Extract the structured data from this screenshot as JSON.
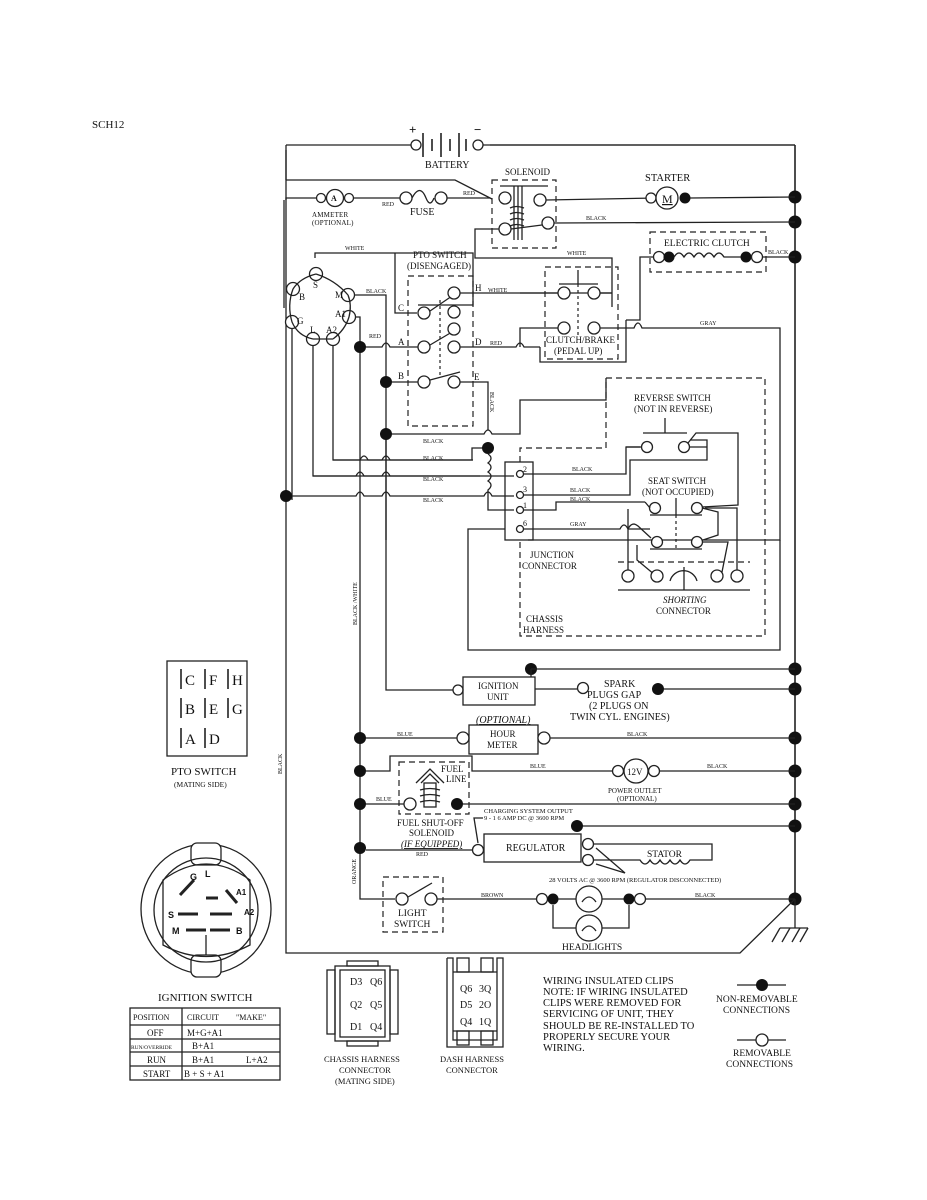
{
  "page_code": "SCH12",
  "components": {
    "battery": {
      "label": "BATTERY",
      "plus": "+",
      "minus": "−"
    },
    "solenoid": {
      "label": "SOLENOID"
    },
    "starter": {
      "label": "STARTER",
      "symbol": "M"
    },
    "ammeter": {
      "label": "AMMETER",
      "sublabel": "(OPTIONAL)",
      "symbol": "A"
    },
    "fuse": {
      "label": "FUSE"
    },
    "electric_clutch": {
      "label": "ELECTRIC CLUTCH"
    },
    "pto_switch": {
      "label": "PTO SWITCH",
      "sublabel": "(DISENGAGED)",
      "terminals": [
        "C",
        "H",
        "A",
        "D",
        "B",
        "E"
      ]
    },
    "clutch_brake": {
      "label": "CLUTCH/BRAKE",
      "sublabel": "(PEDAL UP)"
    },
    "ignition_terminals": [
      "S",
      "B",
      "M",
      "G",
      "A1",
      "L",
      "A2"
    ],
    "reverse_switch": {
      "label": "REVERSE SWITCH",
      "sublabel": "(NOT IN REVERSE)"
    },
    "seat_switch": {
      "label": "SEAT SWITCH",
      "sublabel": "(NOT OCCUPIED)"
    },
    "shorting_connector": {
      "label": "SHORTING",
      "sublabel": "CONNECTOR"
    },
    "junction_connector": {
      "label": "JUNCTION",
      "sublabel": "CONNECTOR",
      "pins": [
        "2",
        "3",
        "1",
        "6"
      ]
    },
    "chassis_harness": {
      "label": "CHASSIS",
      "sublabel": "HARNESS"
    },
    "ignition_unit": {
      "label": "IGNITION",
      "sublabel": "UNIT"
    },
    "spark_plugs": {
      "line1": "SPARK",
      "line2": "PLUGS GAP",
      "line3": "(2 PLUGS ON",
      "line4": "TWIN CYL. ENGINES)"
    },
    "hour_meter": {
      "optional": "(OPTIONAL)",
      "label": "HOUR",
      "sublabel": "METER"
    },
    "power_outlet": {
      "symbol": "12V",
      "label": "POWER OUTLET",
      "sublabel": "(OPTIONAL)"
    },
    "fuel_solenoid": {
      "fuel_line1": "FUEL",
      "fuel_line2": "LINE",
      "label": "FUEL SHUT-OFF",
      "label2": "SOLENOID",
      "label3": "(IF EQUIPPED)"
    },
    "charging": {
      "line1": "CHARGING SYSTEM OUTPUT",
      "line2": "9 - 1 6 AMP DC @ 3600 RPM"
    },
    "regulator": {
      "label": "REGULATOR"
    },
    "stator": {
      "label": "STATOR",
      "note": "28 VOLTS AC @ 3600 RPM (REGULATOR DISCONNECTED)"
    },
    "light_switch": {
      "label": "LIGHT",
      "sublabel": "SWITCH"
    },
    "headlights": {
      "label": "HEADLIGHTS"
    }
  },
  "wires": {
    "red": "RED",
    "black": "BLACK",
    "white": "WHITE",
    "gray": "GRAY",
    "blue": "BLUE",
    "orange": "ORANGE",
    "brown": "BROWN",
    "black_white": "BLACK /WHITE"
  },
  "pto_mating": {
    "rows": [
      [
        "C",
        "F",
        "H"
      ],
      [
        "B",
        "E",
        "G"
      ],
      [
        "A",
        "D"
      ]
    ],
    "label": "PTO SWITCH",
    "sublabel": "(MATING SIDE)"
  },
  "ignition_switch": {
    "terminals": [
      "G",
      "L",
      "A1",
      "S",
      "A2",
      "M",
      "B"
    ],
    "label": "IGNITION SWITCH",
    "table": {
      "headers": [
        "POSITION",
        "CIRCUIT",
        "\"MAKE\""
      ],
      "rows": [
        {
          "position": "OFF",
          "circuit": "M+G+A1",
          "extra": ""
        },
        {
          "position": "RUN/OVERRIDE",
          "circuit": "B+A1",
          "extra": ""
        },
        {
          "position": "RUN",
          "circuit": "B+A1",
          "extra": "L+A2"
        },
        {
          "position": "START",
          "circuit": "B + S + A1",
          "extra": ""
        }
      ]
    }
  },
  "chassis_connector": {
    "pins": [
      "D3",
      "Q6",
      "Q2",
      "Q5",
      "D1",
      "Q4"
    ],
    "label1": "CHASSIS HARNESS",
    "label2": "CONNECTOR",
    "label3": "(MATING SIDE)"
  },
  "dash_connector": {
    "pins": [
      "Q6",
      "3Q",
      "D5",
      "2O",
      "Q4",
      "1Q"
    ],
    "label1": "DASH HARNESS",
    "label2": "CONNECTOR"
  },
  "note": {
    "lines": [
      "WIRING INSULATED CLIPS",
      "NOTE:  IF WIRING INSULATED",
      "CLIPS WERE REMOVED FOR",
      "SERVICING OF UNIT, THEY",
      "SHOULD BE RE-INSTALLED TO",
      "PROPERLY SECURE YOUR",
      "WIRING."
    ]
  },
  "legend": {
    "non_removable": [
      "NON-REMOVABLE",
      "CONNECTIONS"
    ],
    "removable": [
      "REMOVABLE",
      "CONNECTIONS"
    ]
  }
}
